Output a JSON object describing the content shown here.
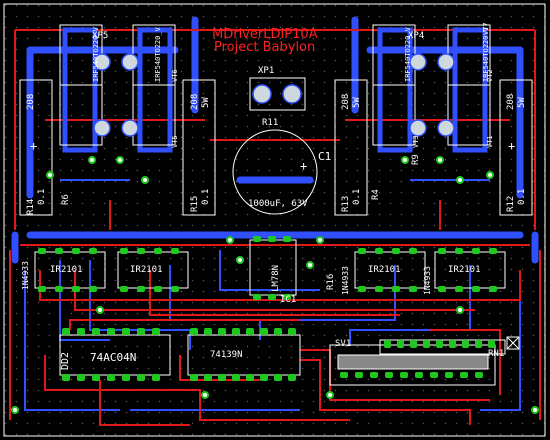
{
  "title": {
    "line1": "MDriverLDIP10A",
    "line2": "Project Babylon"
  },
  "colors": {
    "top": "#e01818",
    "bottom": "#3050ff",
    "silk": "#ffffff",
    "pad": "#1ec81e",
    "dim": "#ffffff"
  },
  "labels": {
    "xp1": "XP1",
    "xp4": "XP4",
    "xp5": "XP5",
    "c1": "C1",
    "c1_value": "1000uF, 63V",
    "r14": "R14",
    "r14_value": "0.1",
    "r15": "R15",
    "r15_value": "0.1",
    "r13": "R13",
    "r13_value": "0.1",
    "r12": "R12",
    "r12_value": "0.1",
    "r11": "R11",
    "r16": "R16",
    "r6": "R6",
    "r9": "R9",
    "r4": "R4",
    "ic1": "LM78N",
    "ic1_ref": "IC1",
    "u1": "IR2101",
    "u2": "IR2101",
    "u3": "IR2101",
    "u4": "IR2101",
    "d_1n4933_a": "1N4933",
    "d_1n4933_b": "1N4933",
    "d_1n4933_c": "1N4933",
    "dd2": "DD2",
    "dd2_part": "74AC04N",
    "dd1_part": "74139N",
    "sv1": "SV1",
    "rn1": "RN1",
    "fet_part": "IRF540TO220_V",
    "res_208": "208",
    "res_5w": "5W",
    "vt_a": "VT5",
    "vt_b": "VT6",
    "vt_c": "VT1",
    "vt_d": "VT2",
    "vt_e": "VT7",
    "vt_f": "VT3",
    "plus": "+"
  }
}
